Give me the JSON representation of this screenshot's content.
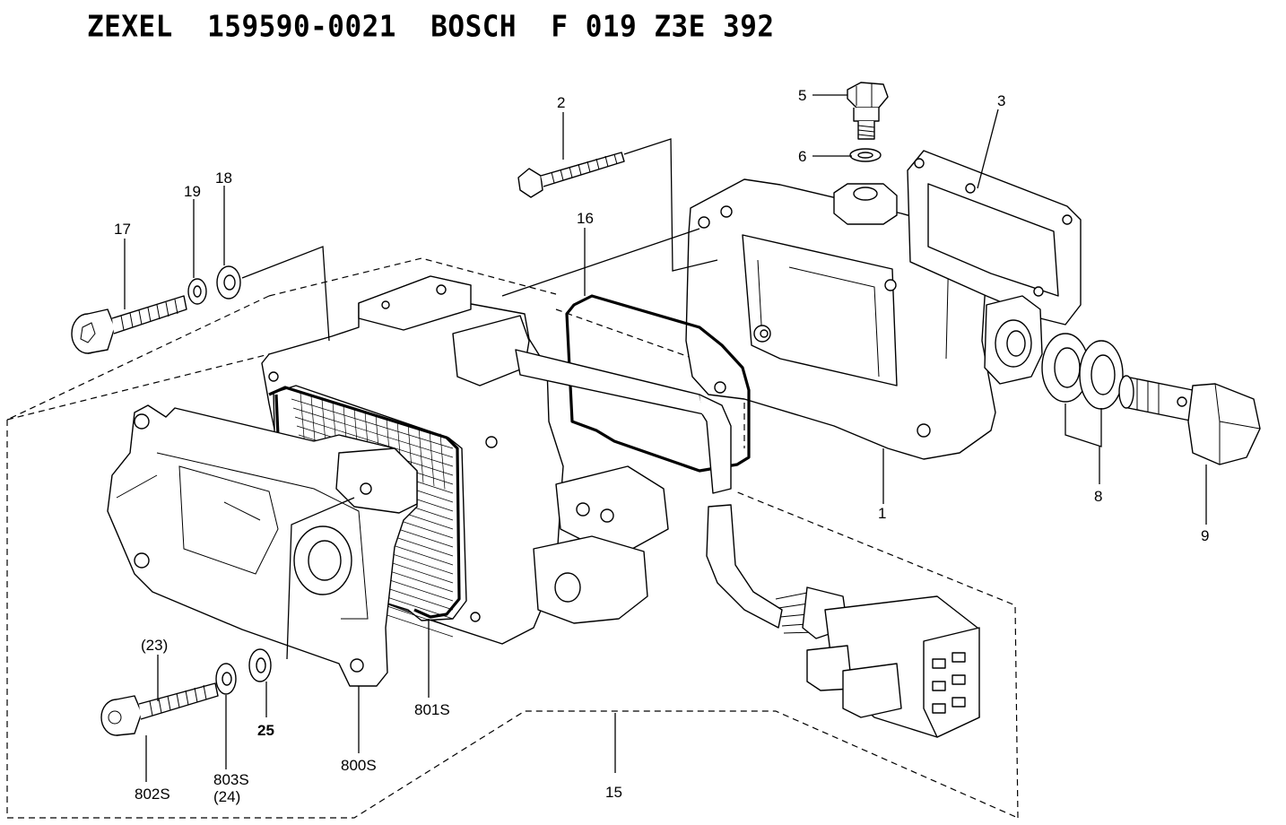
{
  "title": "ZEXEL  159590-0021  BOSCH  F 019 Z3E 392",
  "labels": {
    "p1": "1",
    "p2": "2",
    "p3": "3",
    "p5": "5",
    "p6": "6",
    "p8": "8",
    "p9": "9",
    "p15": "15",
    "p16": "16",
    "p17": "17",
    "p18": "18",
    "p19": "19",
    "p23": "(23)",
    "p25": "25",
    "p800s": "800S",
    "p801s": "801S",
    "p802s": "802S",
    "p803s": "803S",
    "p24": "(24)"
  }
}
